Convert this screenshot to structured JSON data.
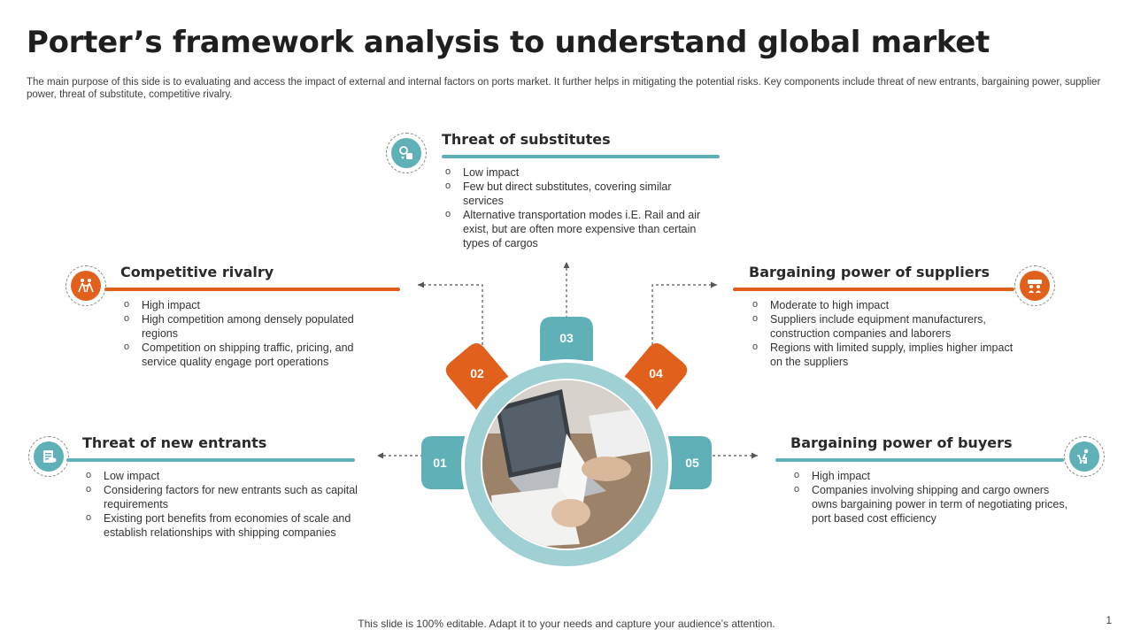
{
  "title": "Porter’s framework analysis to understand global market",
  "subtitle": "The main purpose of this side is to evaluating and access the impact of external and internal factors on ports market. It further helps in mitigating the potential risks. Key components include threat of new entrants, bargaining power, supplier power, threat of substitute, competitive rivalry.",
  "segments": {
    "s01": "01",
    "s02": "02",
    "s03": "03",
    "s04": "04",
    "s05": "05"
  },
  "colors": {
    "teal": "#5fb0b7",
    "orange": "#e0601c",
    "ring": "#9fd0d4"
  },
  "blocks": {
    "substitutes": {
      "heading": "Threat of substitutes",
      "icon": "substitutes-icon",
      "items": [
        "Low impact",
        "Few but direct substitutes, covering similar services",
        "Alternative transportation modes i.E. Rail and air exist, but are often more expensive than certain types of cargos"
      ]
    },
    "rivalry": {
      "heading": "Competitive rivalry",
      "icon": "rivalry-icon",
      "items": [
        "High impact",
        "High competition among densely populated regions",
        "Competition on shipping traffic, pricing, and service quality engage port operations"
      ]
    },
    "suppliers": {
      "heading": "Bargaining power of suppliers",
      "icon": "suppliers-icon",
      "items": [
        "Moderate to high impact",
        "Suppliers include equipment manufacturers, construction companies and laborers",
        "Regions with limited supply, implies higher impact on the suppliers"
      ]
    },
    "entrants": {
      "heading": "Threat of new entrants",
      "icon": "entrants-icon",
      "items": [
        "Low impact",
        "Considering factors for new entrants such as capital requirements",
        "Existing port benefits from economies of scale and establish relationships with shipping companies"
      ]
    },
    "buyers": {
      "heading": "Bargaining power of buyers",
      "icon": "buyers-icon",
      "items": [
        "High impact",
        "Companies involving shipping and cargo owners owns bargaining power in term of negotiating prices, port based cost efficiency"
      ]
    }
  },
  "footer": "This slide is 100% editable. Adapt it to your needs and capture your audience’s attention.",
  "page_number": "1"
}
